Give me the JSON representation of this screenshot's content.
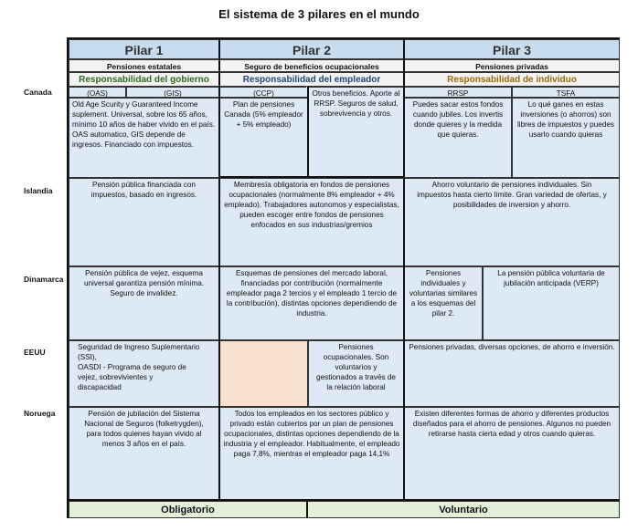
{
  "title": "El sistema de 3 pilares en el mundo",
  "pillars": [
    {
      "name": "Pilar 1",
      "subtitle": "Pensiones estatales",
      "responsibility": "Responsabilidad del gobierno"
    },
    {
      "name": "Pilar 2",
      "subtitle": "Seguro de beneficios ocupacionales",
      "responsibility": "Responsabilidad del empleador"
    },
    {
      "name": "Pilar 3",
      "subtitle": "Pensiones privadas",
      "responsibility": "Responsabilidad de individuo"
    }
  ],
  "countries": [
    "Canada",
    "Islandia",
    "Dinamarca",
    "EEUU",
    "Noruega"
  ],
  "canada": {
    "p1_tags": [
      "(OAS)",
      "(GIS)"
    ],
    "p1": "Old Age Scurity y Guaranteed Income suplement. Universal, sobre los 65 años, mínimo 10 años de haber vivido en el país. OAS automatico, GIS depende de ingresos. Financiado con impuestos.",
    "p2a_tag": "(CCP)",
    "p2a": "Plan de pensiones Canada (5% empleador + 5% empleado)",
    "p2b": "Otros beneficios. Aporte al RRSP. Seguros de salud, sobrevivencia y otros.",
    "p3a_tag": "RRSP",
    "p3a": "Puedes sacar estos fondos cuando jubiles. Los invertis donde quieres y la medida que quieras.",
    "p3b_tag": "TSFA",
    "p3b": "Lo qué ganes en estas inversiones (o ahorros) son libres de impuestos y puedes usarlo cuando quieras"
  },
  "islandia": {
    "p1": "Pensión pública financiada con impuestos, basado en ingresos.",
    "p2": "Membresía obligatoria en fondos de pensiones ocupacionales (normalmente 8% empleador + 4% empleado). Trabajadores autonomos y especialistas, pueden escoger entre fondos de pensiones enfocados en sus industrias/gremios",
    "p3": "Ahorro voluntario de pensiones individuales. Sin impuestos hasta cierto límite. Gran variedad de ofertas, y posibilidades de inversion y ahorro."
  },
  "dinamarca": {
    "p1": "Pensión pública de vejez, esquema universal garantiza pensión mínima. Seguro de invalidez.",
    "p2": "Esquemas de pensiones del mercado laboral, financiadas por contribución (normalmente empleador paga 2 tercios y el empleado 1 tercio de la contribución), distintas opciones dependiendo de industria.",
    "p3a": "Pensiones individuales y voluntarias similares a los esquemas del pilar 2.",
    "p3b": "La pensión pública voluntaria de jubilación anticipada (VERP)"
  },
  "eeuu": {
    "p1a": "Seguridad de Ingreso Suplementario (SSI),",
    "p1b": "OASDI - Programa de seguro de vejez, sobrevivientes y discapacidad",
    "p2b": "Pensiones ocupacionales. Son voluntarios y gestionados a través de la relación laboral",
    "p3": "Pensiones privadas, diversas opciones, de ahorro e inversión."
  },
  "noruega": {
    "p1": "Pensión de jubilación del Sistema Nacional de Seguros (folketrygden), para todos quienes hayan vivido al menos 3 años en el país.",
    "p2": "Todos los empleados en los sectores público y privado están cubiertos por un plan de pensiones ocupacionales, distintas opciones dependiendo de la industria y el empleador. Habitualmente, el empleado paga 7,8%, mientras el empleador paga 14,1%",
    "p3": "Existen diferentes formas de ahorro y diferentes productos diseñados para el ahorro de pensiones. Algunos no pueden retirarse hasta cierta edad y otros cuando quieras."
  },
  "footer": {
    "left": "Obligatorio",
    "right": "Voluntario"
  },
  "colors": {
    "cell_bg": "#dde9f4",
    "header_bg": "#c7dcef",
    "footer_bg": "#e3f0d9",
    "empty_cell": "#f9e0cf",
    "gov": "#2e6b1f",
    "employer": "#20497a",
    "individual": "#9a6a08"
  }
}
